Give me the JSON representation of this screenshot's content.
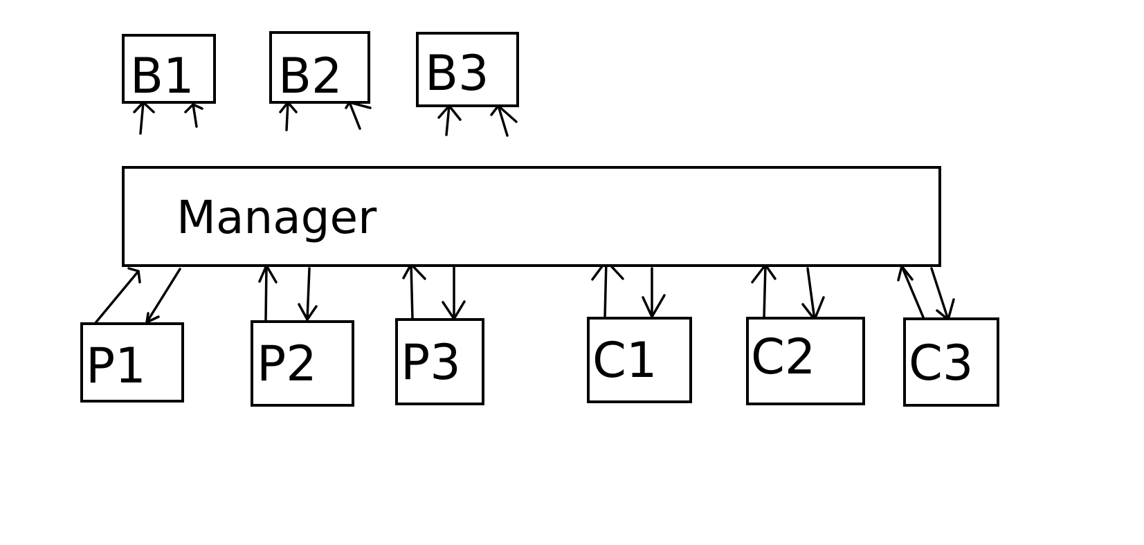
{
  "diagram": {
    "manager": {
      "label": "Manager"
    },
    "nodes": [
      {
        "id": "B1",
        "label": "B1"
      },
      {
        "id": "B2",
        "label": "B2"
      },
      {
        "id": "B3",
        "label": "B3"
      },
      {
        "id": "P1",
        "label": "P1"
      },
      {
        "id": "P2",
        "label": "P2"
      },
      {
        "id": "P3",
        "label": "P3"
      },
      {
        "id": "C1",
        "label": "C1"
      },
      {
        "id": "C2",
        "label": "C2"
      },
      {
        "id": "C3",
        "label": "C3"
      }
    ],
    "edges": [
      {
        "from": "Manager",
        "to": "B1"
      },
      {
        "from": "Manager",
        "to": "B1"
      },
      {
        "from": "Manager",
        "to": "B2"
      },
      {
        "from": "Manager",
        "to": "B2"
      },
      {
        "from": "Manager",
        "to": "B3"
      },
      {
        "from": "Manager",
        "to": "B3"
      },
      {
        "from": "P1",
        "to": "Manager"
      },
      {
        "from": "Manager",
        "to": "P1"
      },
      {
        "from": "P2",
        "to": "Manager"
      },
      {
        "from": "Manager",
        "to": "P2"
      },
      {
        "from": "P3",
        "to": "Manager"
      },
      {
        "from": "Manager",
        "to": "P3"
      },
      {
        "from": "C1",
        "to": "Manager"
      },
      {
        "from": "Manager",
        "to": "C1"
      },
      {
        "from": "C2",
        "to": "Manager"
      },
      {
        "from": "Manager",
        "to": "C2"
      },
      {
        "from": "C3",
        "to": "Manager"
      },
      {
        "from": "Manager",
        "to": "C3"
      }
    ],
    "colors": {
      "stroke": "#000000",
      "background": "#ffffff"
    }
  }
}
